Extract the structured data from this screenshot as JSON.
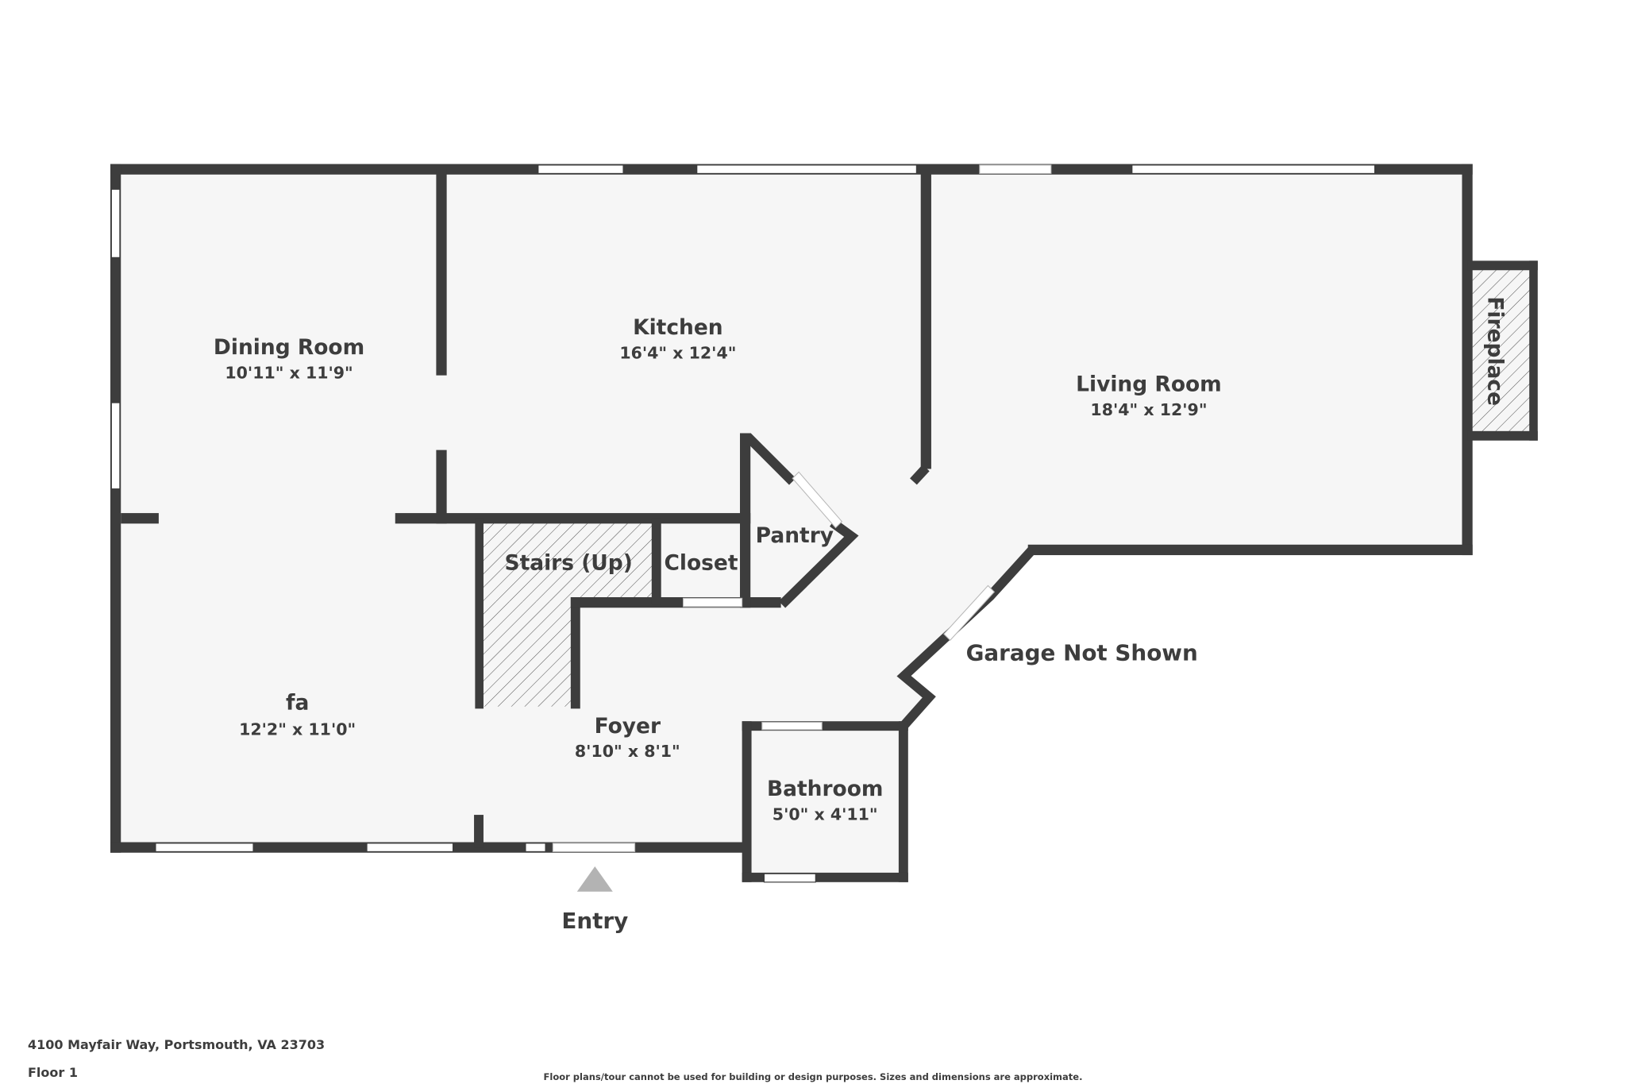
{
  "plan": {
    "floor_label": "Floor 1",
    "address": "4100 Mayfair Way, Portsmouth, VA 23703",
    "disclaimer": "Floor plans/tour cannot be used for building or design purposes. Sizes and dimensions are approximate.",
    "colors": {
      "wall": "#3d3d3d",
      "floor": "#f6f6f6",
      "background": "#ffffff",
      "entry_marker": "#b3b3b3"
    }
  },
  "rooms": {
    "dining": {
      "name": "Dining Room",
      "dims": "10'11\" x 11'9\""
    },
    "kitchen": {
      "name": "Kitchen",
      "dims": "16'4\" x 12'4\""
    },
    "living": {
      "name": "Living Room",
      "dims": "18'4\" x 12'9\""
    },
    "fa": {
      "name": "fa",
      "dims": "12'2\" x 11'0\""
    },
    "foyer": {
      "name": "Foyer",
      "dims": "8'10\" x 8'1\""
    },
    "bathroom": {
      "name": "Bathroom",
      "dims": "5'0\" x 4'11\""
    },
    "stairs": {
      "name": "Stairs (Up)"
    },
    "closet": {
      "name": "Closet"
    },
    "pantry": {
      "name": "Pantry"
    },
    "fireplace": {
      "name": "Fireplace"
    }
  },
  "annotations": {
    "garage": "Garage Not Shown",
    "entry": "Entry",
    "entry_icon": "triangle-up"
  }
}
